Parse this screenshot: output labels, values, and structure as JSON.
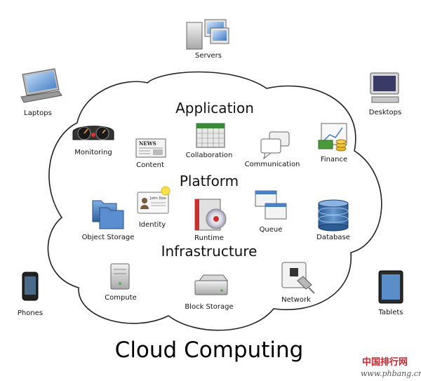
{
  "diagram": {
    "title": "Cloud Computing",
    "sections": {
      "application": "Application",
      "platform": "Platform",
      "infrastructure": "Infrastructure"
    },
    "inside": {
      "monitoring": "Monitoring",
      "content": "Content",
      "collaboration": "Collaboration",
      "communication": "Communication",
      "finance": "Finance",
      "object_storage": "Object Storage",
      "identity": "Identity",
      "runtime": "Runtime",
      "queue": "Queue",
      "database": "Database",
      "compute": "Compute",
      "block_storage": "Block Storage",
      "network": "Network"
    },
    "devices": {
      "servers": "Servers",
      "laptops": "Laptops",
      "desktops": "Desktops",
      "phones": "Phones",
      "tablets": "Tablets"
    },
    "badges": {
      "news": "NEWS",
      "id_name": "John Doe"
    }
  },
  "watermark": {
    "chinese": "中国排行网",
    "url": "www.phbang.cn"
  },
  "colors": {
    "cloud_stroke": "#222222",
    "watermark_red": "#c8242c",
    "watermark_gray": "#555555"
  }
}
